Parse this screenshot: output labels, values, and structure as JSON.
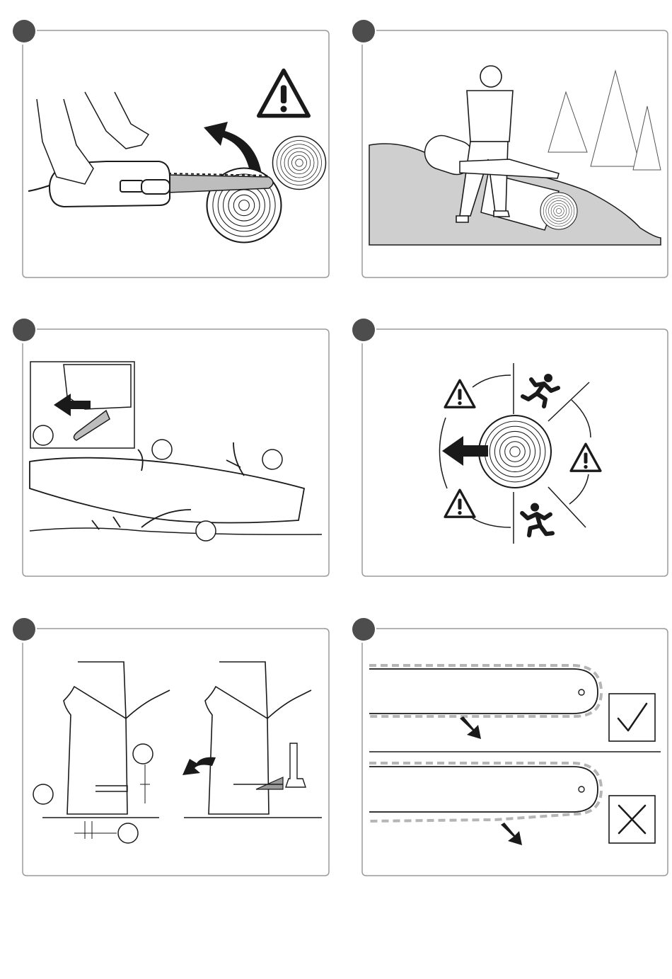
{
  "panels": [
    {
      "id": "panel-1",
      "scene": "kickback-warning",
      "icons": [
        "warning-triangle-icon"
      ]
    },
    {
      "id": "panel-2",
      "scene": "operator-on-slope",
      "icons": []
    },
    {
      "id": "panel-3",
      "scene": "limbing-branches",
      "icons": []
    },
    {
      "id": "panel-4",
      "scene": "felling-danger-zones",
      "icons": [
        "warning-triangle-icon",
        "running-person-icon",
        "arrow-icon"
      ]
    },
    {
      "id": "panel-5",
      "scene": "felling-cuts",
      "icons": [
        "axe-icon",
        "arrow-icon"
      ]
    },
    {
      "id": "panel-6",
      "scene": "chain-tension-check",
      "icons": [
        "check-icon",
        "cross-icon",
        "arrow-icon"
      ]
    }
  ],
  "colors": {
    "ink": "#1a1a1a",
    "frame": "#9a9a9a",
    "badge": "#4d4d4d",
    "ground": "#cfcfcf",
    "chain": "#b5b5b5"
  }
}
